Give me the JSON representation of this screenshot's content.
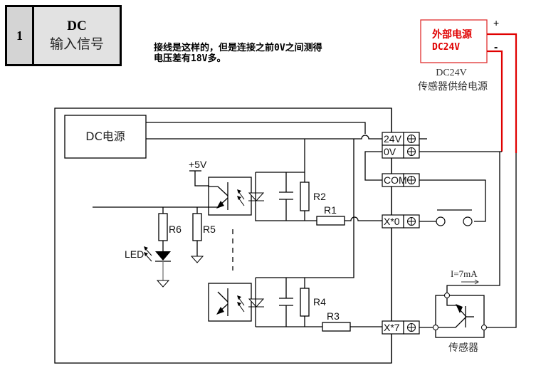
{
  "header": {
    "number": "1",
    "title_line1": "DC",
    "title_line2": "输入信号"
  },
  "note": {
    "line1": "接线是这样的，但是连接之前0V之间测得",
    "line2": "电压差有18V多。"
  },
  "external_supply": {
    "box_line1": "外部电源",
    "box_line2": "DC24V",
    "plus": "+",
    "minus": "-",
    "caption_line1": "DC24V",
    "caption_line2": "传感器供给电源",
    "wire_color": "#e00000"
  },
  "plc": {
    "dc_supply_label": "DC电源",
    "plus5v": "+5V",
    "led_label": "LED",
    "resistors": [
      "R1",
      "R2",
      "R3",
      "R4",
      "R5",
      "R6"
    ],
    "terminals": [
      "24V",
      "0V",
      "COM",
      "X*0",
      "X*7"
    ]
  },
  "sensor": {
    "label": "传感器",
    "current": "I=7mA"
  }
}
